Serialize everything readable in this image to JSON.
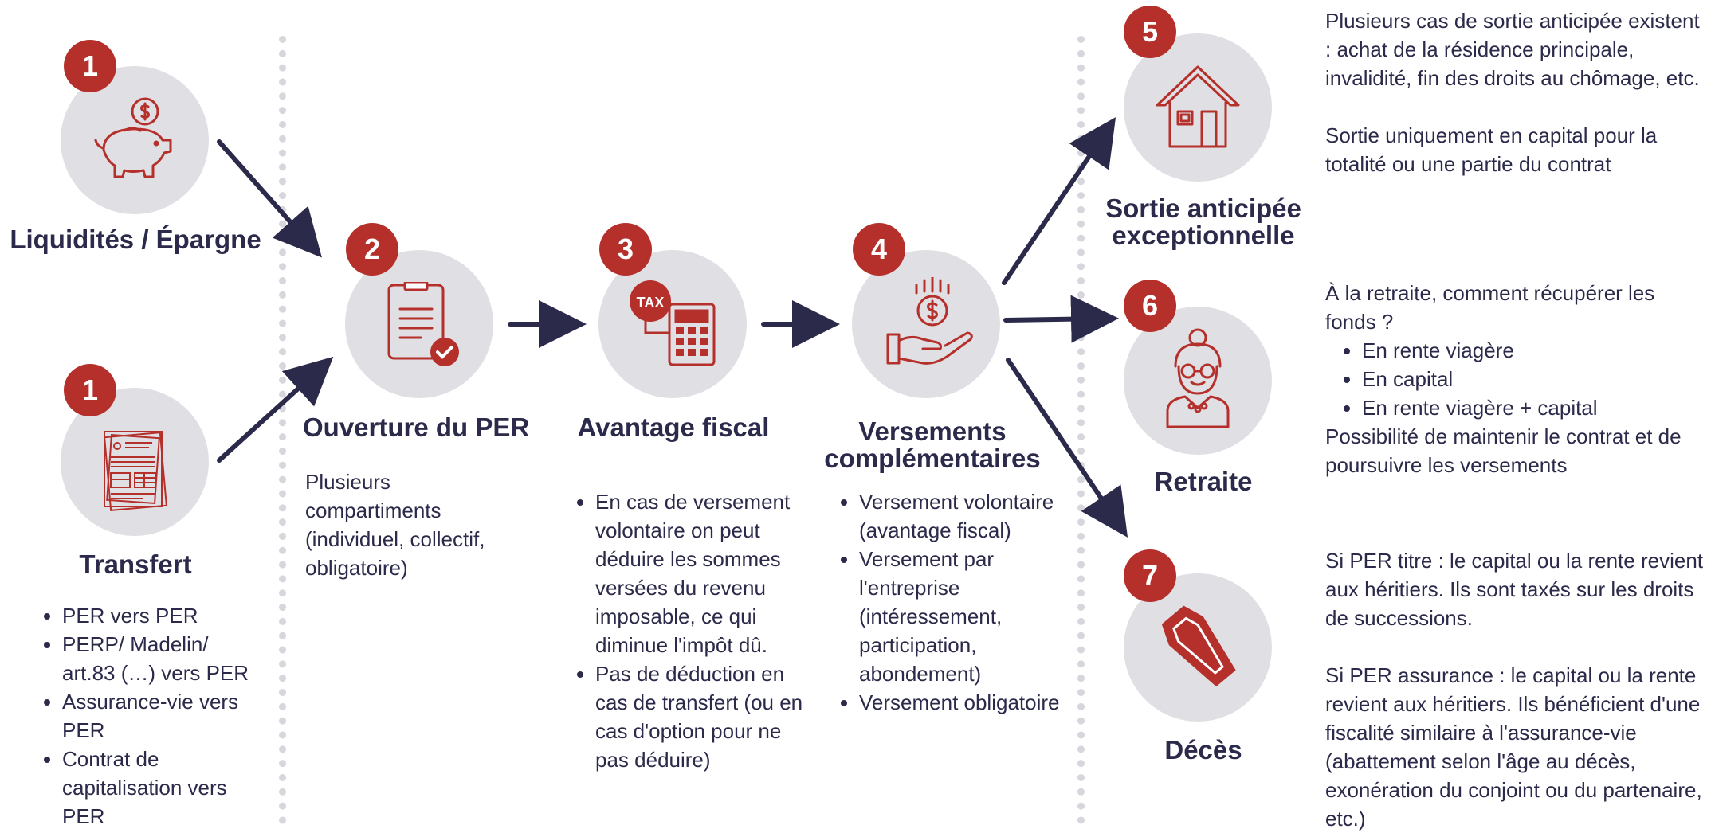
{
  "colors": {
    "accent": "#b5302b",
    "navy": "#2b2a4a",
    "circle": "#e0dfe4",
    "divider": "#d7d6dc"
  },
  "steps": {
    "s1a": {
      "num": "1",
      "title": "Liquidités / Épargne",
      "icon": "piggy-bank-coin-icon"
    },
    "s1b": {
      "num": "1",
      "title": "Transfert",
      "icon": "documents-icon",
      "items": [
        "PER vers PER",
        "PERP/ Madelin/ art.83 (…) vers PER",
        "Assurance-vie vers PER",
        "Contrat de capitalisation vers PER"
      ]
    },
    "s2": {
      "num": "2",
      "title": "Ouverture du PER",
      "icon": "contract-check-icon",
      "text": "Plusieurs compartiments (individuel, collectif, obligatoire)"
    },
    "s3": {
      "num": "3",
      "title": "Avantage fiscal",
      "icon": "tax-calculator-icon",
      "icon_label": "TAX",
      "items": [
        "En cas de versement volontaire on peut déduire les sommes versées du revenu imposable, ce qui diminue l'impôt dû.",
        "Pas de déduction en cas de transfert (ou en cas d'option pour ne pas déduire)"
      ]
    },
    "s4": {
      "num": "4",
      "title_line1": "Versements",
      "title_line2": "complémentaires",
      "icon": "hand-coins-icon",
      "items": [
        "Versement volontaire (avantage fiscal)",
        "Versement par l'entreprise (intéressement, participation, abondement)",
        "Versement obligatoire"
      ]
    },
    "s5": {
      "num": "5",
      "title_line1": "Sortie anticipée",
      "title_line2": "exceptionnelle",
      "icon": "house-icon",
      "p1": "Plusieurs cas de sortie anticipée existent : achat de la résidence principale, invalidité, fin des droits au chômage, etc.",
      "p2": "Sortie uniquement en capital pour la totalité ou une partie du contrat"
    },
    "s6": {
      "num": "6",
      "title": "Retraite",
      "icon": "elderly-woman-icon",
      "intro": "À la retraite, comment récupérer les fonds ?",
      "items": [
        "En rente viagère",
        "En capital",
        "En rente viagère + capital"
      ],
      "outro": "Possibilité de maintenir le contrat et de poursuivre les versements"
    },
    "s7": {
      "num": "7",
      "title": "Décès",
      "icon": "coffin-icon",
      "p1": "Si PER titre : le capital ou la rente revient aux héritiers. Ils sont taxés sur les droits de successions.",
      "p2": "Si PER assurance : le capital ou la rente revient aux héritiers. Ils bénéficient d'une fiscalité similaire à l'assurance-vie (abattement selon l'âge au décès, exonération du conjoint ou du partenaire, etc.)"
    }
  }
}
